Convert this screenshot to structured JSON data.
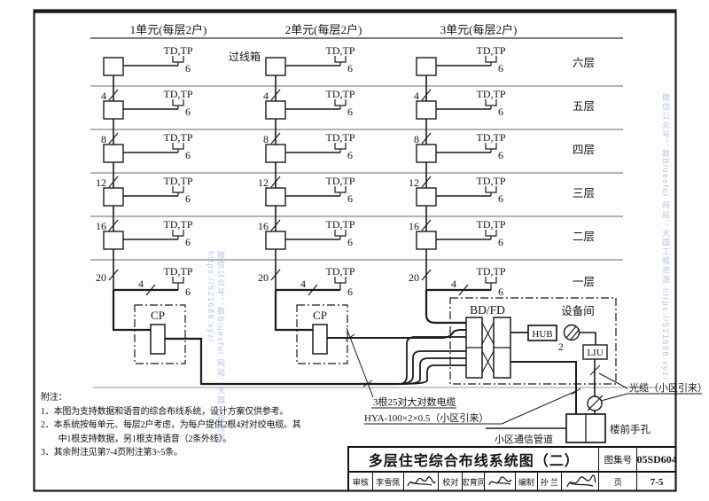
{
  "watermark": {
    "text": "微信公众号：数Bluesful  网站：大国工程资源 https://521688.xyz/"
  },
  "header": {
    "units": [
      {
        "label": "1单元(每层2户)"
      },
      {
        "label": "2单元(每层2户)"
      },
      {
        "label": "3单元(每层2户)"
      }
    ],
    "pass_box_label": "过线箱"
  },
  "floors": [
    {
      "label": "六层",
      "count": ""
    },
    {
      "label": "五层",
      "count": "4"
    },
    {
      "label": "四层",
      "count": "8"
    },
    {
      "label": "三层",
      "count": "12"
    },
    {
      "label": "二层",
      "count": "16"
    },
    {
      "label": "一层",
      "count": "20",
      "branch_count": "4"
    }
  ],
  "outlet": {
    "label": "TD,TP",
    "count": "6"
  },
  "cp": {
    "label": "CP"
  },
  "equipment_room": {
    "label": "设备间",
    "frame_label": "BD/FD",
    "hub_label": "HUB",
    "hub_count": "2",
    "liu_label": "LIU"
  },
  "cables": {
    "trunk_label": "3根25对大对数电缆",
    "hya_label": "HYA-100×2×0.5（小区引来）",
    "conduit_label": "小区通信管道",
    "handhole_label": "楼前手孔",
    "fiber_label": "光缆（小区引来）"
  },
  "notes": {
    "title": "附注：",
    "lines": [
      "1．本图为支持数据和语音的综合布线系统，设计方案仅供参考。",
      "2．本系统按每单元、每层2户考虑，为每户提供2根4对对绞电缆。其",
      "　　中1根支持数据，另1根支持语音（2条外线）。",
      "3．其余附注见第7-4页附注第3~5条。"
    ]
  },
  "title_block": {
    "title": "多层住宅综合布线系统图（二）",
    "atlas_label": "图集号",
    "atlas_no": "05SD604",
    "page_label": "页",
    "page_no": "7-5",
    "reviewer_label": "审核",
    "reviewer": "李雪佩",
    "checker_label": "校对",
    "checker": "宏育同",
    "compiler_label": "编制",
    "compiler": "孙 兰"
  }
}
